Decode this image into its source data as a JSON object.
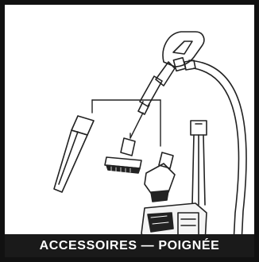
{
  "caption": "ACCESSOIRES — POIGNÉE",
  "colors": {
    "frame": "#111111",
    "caption_bg": "#1a1a1a",
    "caption_text": "#ffffff",
    "line_art": "#222222"
  },
  "illustration": {
    "subject": "vacuum-handle-with-accessories",
    "accessories": [
      "crevice-tool",
      "upholstery-tool",
      "dusting-brush"
    ]
  }
}
